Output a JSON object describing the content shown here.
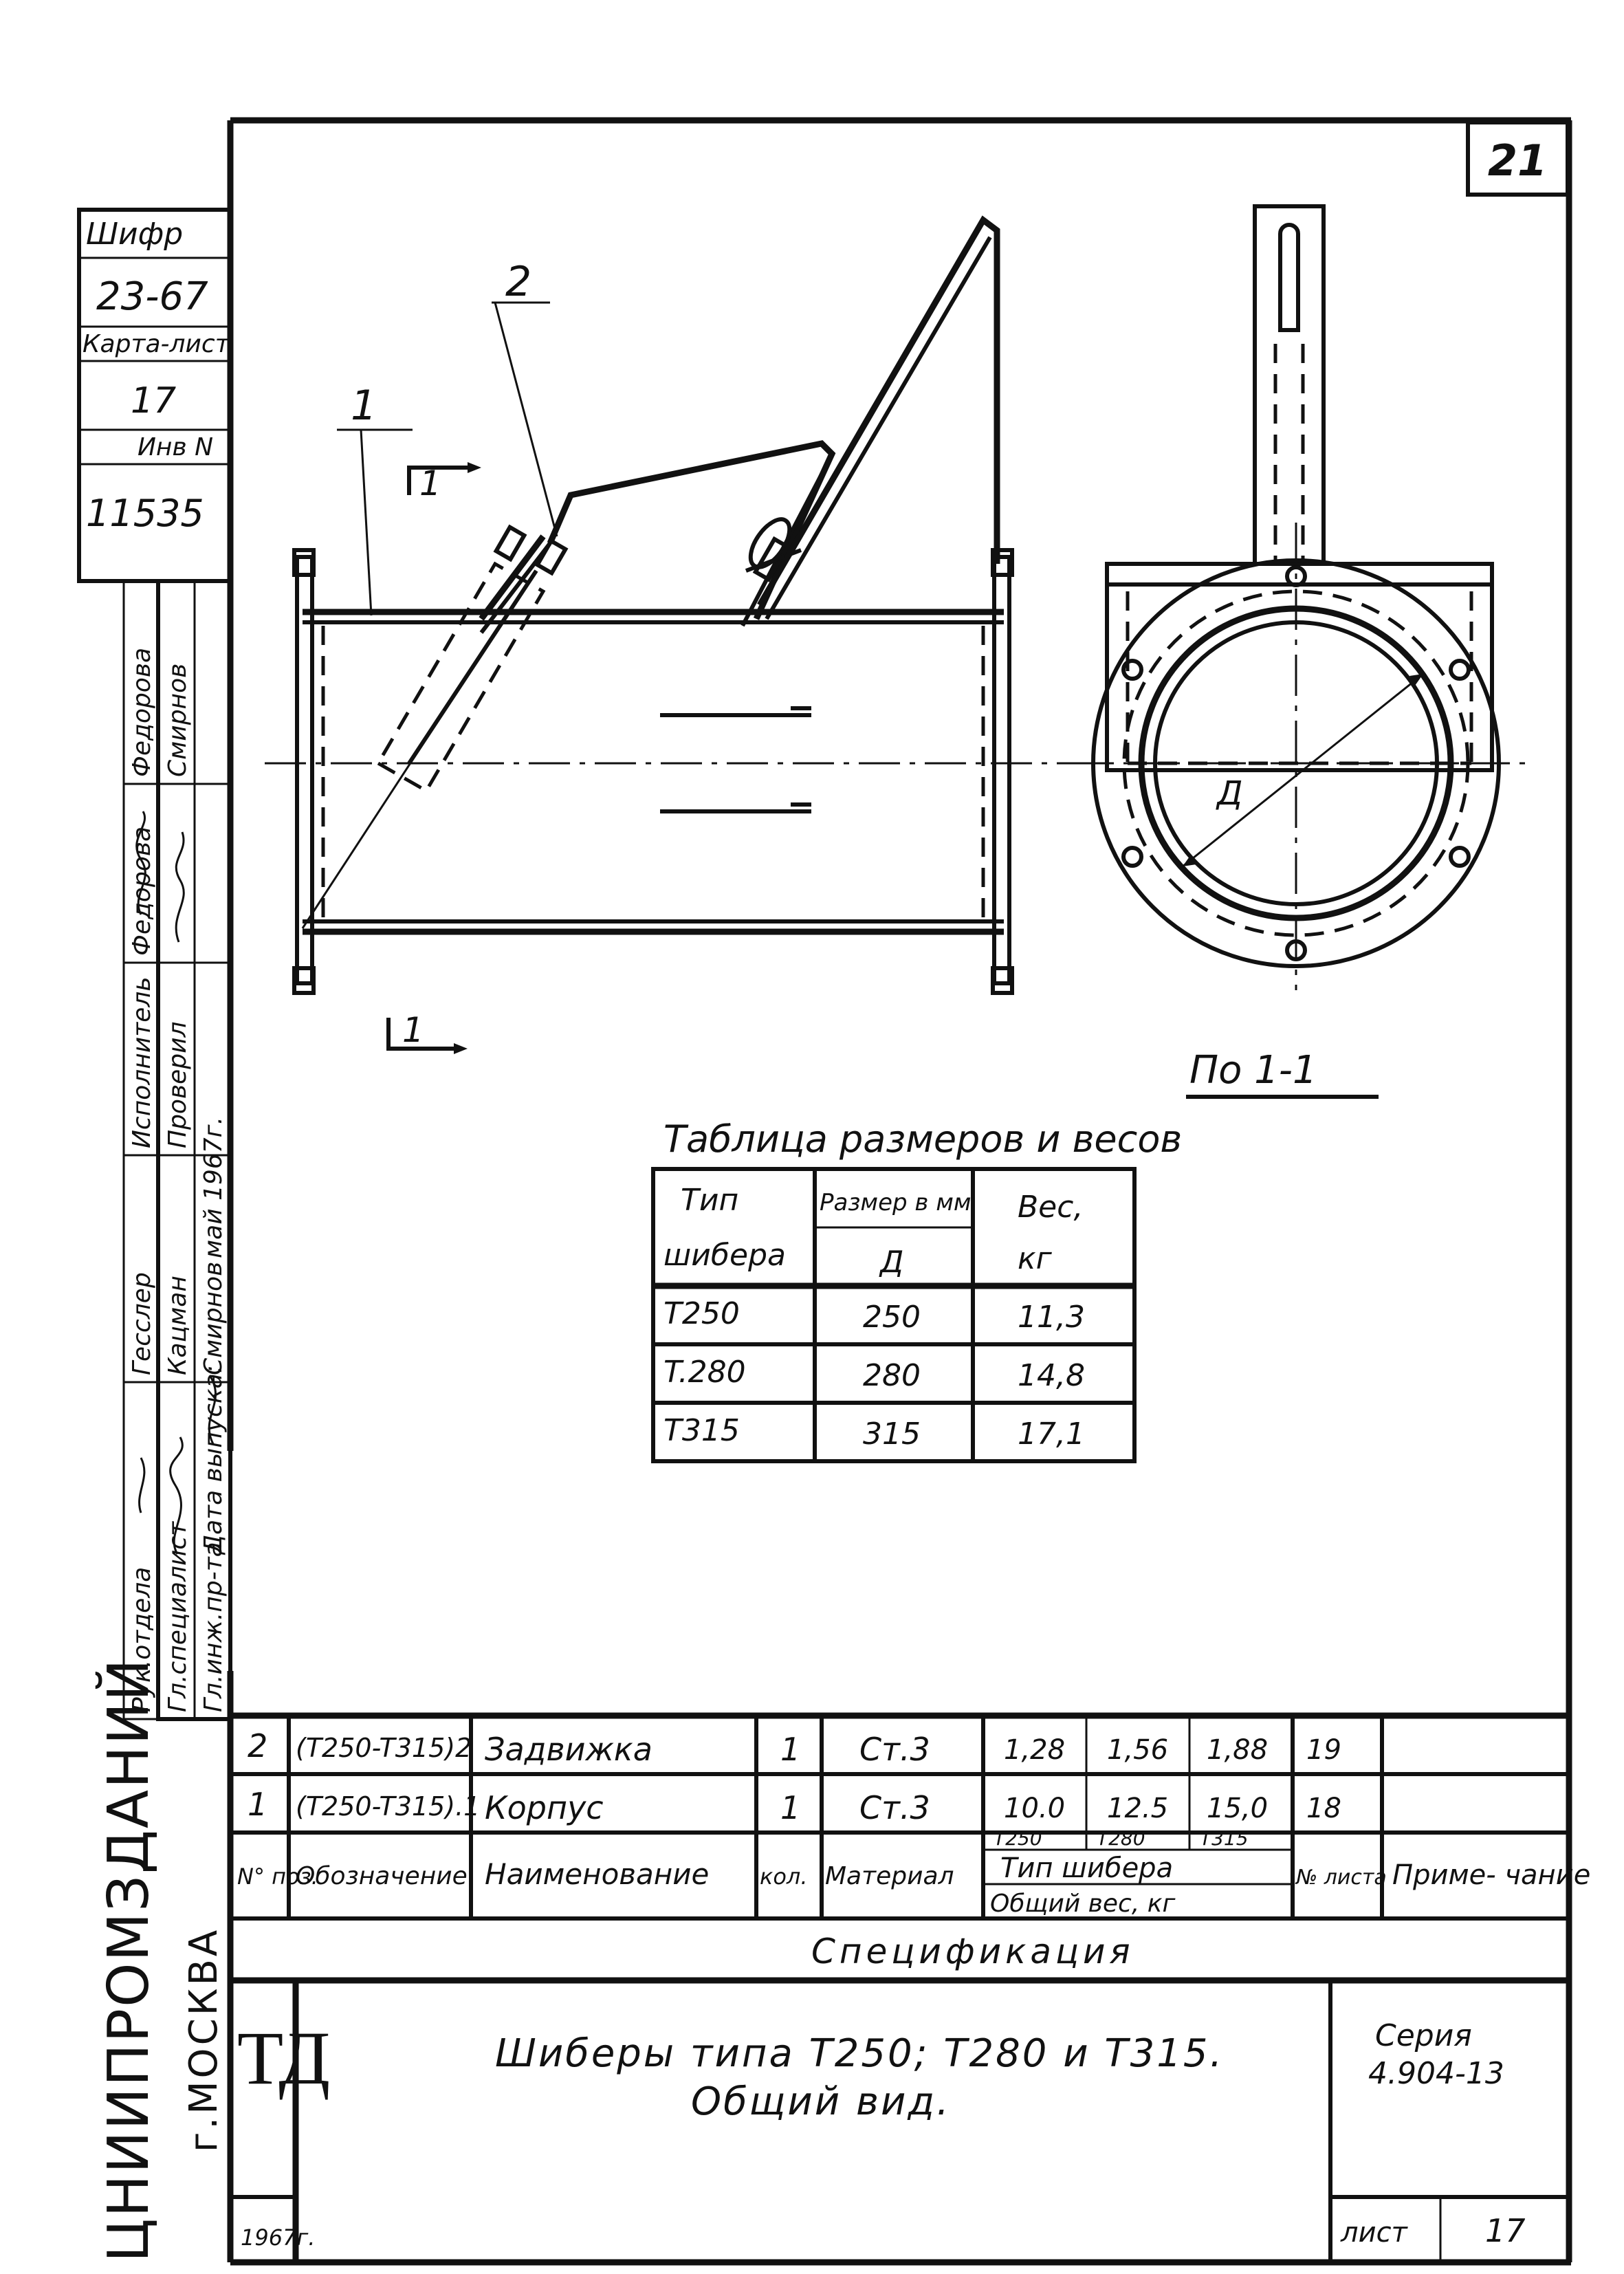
{
  "sheet": {
    "sheet_number": "21",
    "left_strip": {
      "cipher_label": "Шифр",
      "cipher_value": "23-67",
      "card_sheet_label": "Карта-лист",
      "card_sheet_value": "17",
      "inv_label": "Инв N",
      "inv_value": "11535",
      "roles": [
        "Рук.отдела",
        "Гл.специалист",
        "Гл.инж.пр-та",
        "Дата выпуска:"
      ],
      "roles2": [
        "Исполнитель",
        "Проверил"
      ],
      "names_top": [
        "Федорова",
        "Смирнов"
      ],
      "names_mid": [
        "Федорова"
      ],
      "names_bottom": [
        "Гесслер",
        "Кацман",
        "Смирнов"
      ],
      "release_date": "май 1967г.",
      "org_vertical": "ЦНИИПРОМЗДАНИЙ",
      "city_vertical": "г.МОСКВА"
    },
    "drawing": {
      "pos_1": "1",
      "pos_2": "2",
      "section_mark": "1",
      "section_title": "По 1-1",
      "dim_d": "Д"
    },
    "dims_table": {
      "title": "Таблица размеров и весов",
      "col_type_line1": "Тип",
      "col_type_line2": "шибера",
      "col_size": "Размер в мм",
      "col_size_sub": "Д",
      "col_weight_line1": "Вес,",
      "col_weight_line2": "кг",
      "rows": [
        {
          "type": "T250",
          "d": "250",
          "w": "11,3"
        },
        {
          "type": "T.280",
          "d": "280",
          "w": "14,8"
        },
        {
          "type": "T315",
          "d": "315",
          "w": "17,1"
        }
      ]
    },
    "spec": {
      "rows": [
        {
          "pos": "2",
          "code": "(T250-T315)2",
          "name": "Задвижка",
          "qty": "1",
          "mat": "Ст.3",
          "w1": "1,28",
          "w2": "1,56",
          "w3": "1,88",
          "sheet": "19",
          "note": ""
        },
        {
          "pos": "1",
          "code": "(T250-T315).1",
          "name": "Корпус",
          "qty": "1",
          "mat": "Ст.3",
          "w1": "10.0",
          "w2": "12.5",
          "w3": "15,0",
          "sheet": "18",
          "note": ""
        }
      ],
      "h_pos": "N° поз.",
      "h_code": "Обозначение",
      "h_name": "Наименование",
      "h_qty": "кол.",
      "h_mat": "Материал",
      "h_types": [
        "T250",
        "T280",
        "T315"
      ],
      "h_type_label": "Тип шибера",
      "h_weight_label": "Общий вес, кг",
      "h_sheet": "№ листа",
      "h_note": "Приме- чание",
      "caption": "Спецификация"
    },
    "title_block": {
      "logo": "ТД",
      "title_line1": "Шиберы типа Т250; Т280 и Т315.",
      "title_line2": "Общий вид.",
      "series_label": "Серия",
      "series_value": "4.904-13",
      "year": "1967г.",
      "sheet_label": "лист",
      "sheet_value": "17"
    }
  }
}
